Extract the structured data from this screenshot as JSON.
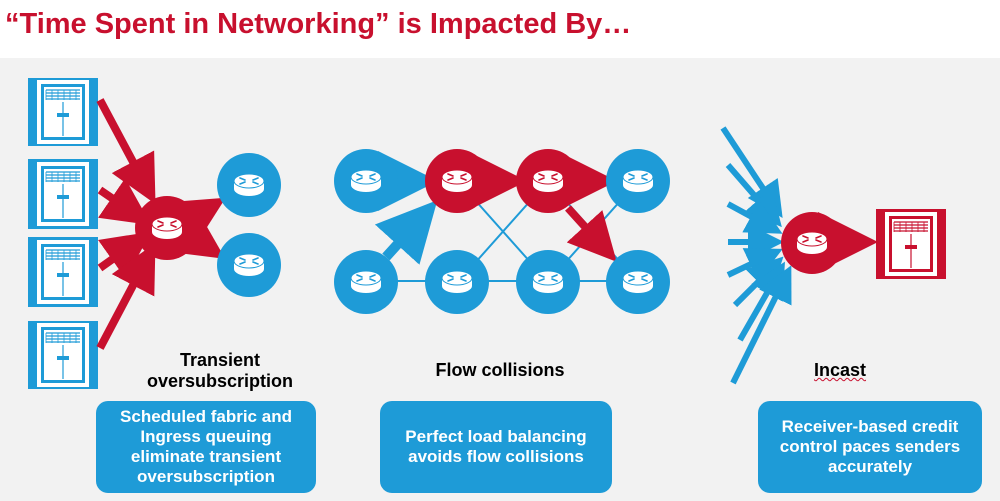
{
  "title": "“Time Spent in Networking” is Impacted By…",
  "sections": [
    {
      "label_lines": [
        "Transient",
        "oversubscription"
      ],
      "box_lines": [
        "Scheduled fabric and",
        "Ingress queuing",
        "eliminate transient",
        "oversubscription"
      ]
    },
    {
      "label_lines": [
        "Flow collisions"
      ],
      "box_lines": [
        "Perfect load balancing",
        "avoids flow collisions"
      ]
    },
    {
      "label_lines": [
        "Incast"
      ],
      "box_lines": [
        "Receiver-based credit",
        "control paces senders",
        "accurately"
      ]
    }
  ],
  "colors": {
    "red": "#c8102e",
    "blue": "#1e9bd7",
    "background": "#f2f2f2"
  },
  "icons": {
    "server": "server-icon",
    "switch": "router-icon"
  }
}
